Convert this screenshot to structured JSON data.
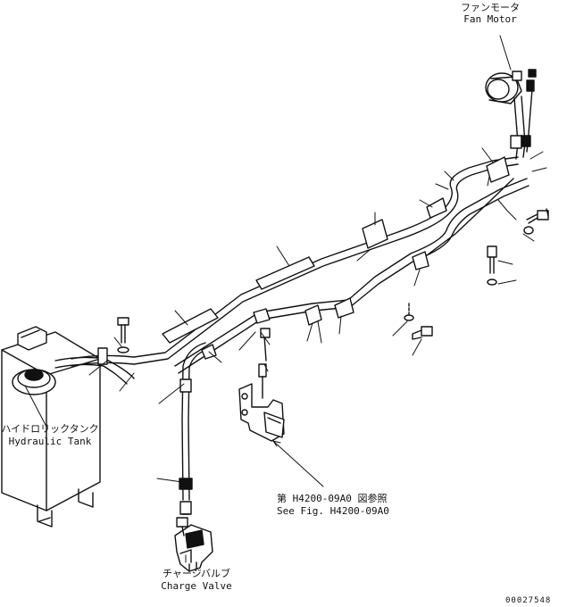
{
  "labels": {
    "fan_motor_jp": "ファンモータ",
    "fan_motor_en": "Fan Motor",
    "hydraulic_tank_jp": "ハイドロリックタンク",
    "hydraulic_tank_en": "Hydraulic Tank",
    "ref_jp": "第 H4200-09A0 図参照",
    "ref_en": "See Fig. H4200-09A0",
    "charge_valve_jp": "チャージバルブ",
    "charge_valve_en": "Charge Valve",
    "drawing_number": "00027548"
  }
}
